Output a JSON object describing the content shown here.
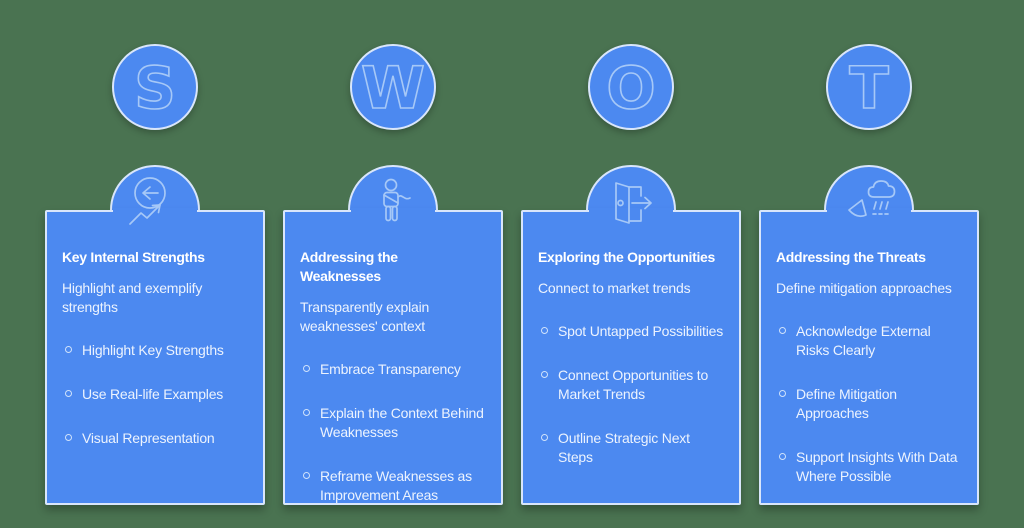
{
  "colors": {
    "background": "#4A7351",
    "panel_blue": "#4C89F0",
    "panel_border": "#D9E6FB",
    "outline_art": "#A6C8F7",
    "title_text": "#FFFFFF",
    "body_text": "#ECF3FE"
  },
  "columns": [
    {
      "letter": "S",
      "icon": "converge-arrow-growth-icon",
      "title": "Key Internal Strengths",
      "subtitle": "Highlight and exemplify strengths",
      "bullets": [
        "Highlight Key Strengths",
        "Use Real-life Examples",
        "Visual Representation"
      ]
    },
    {
      "letter": "W",
      "icon": "injured-person-icon",
      "title": "Addressing the Weaknesses",
      "subtitle": "Transparently explain weaknesses' context",
      "bullets": [
        "Embrace Transparency",
        "Explain the Context Behind Weaknesses",
        "Reframe Weaknesses as Improvement Areas"
      ]
    },
    {
      "letter": "O",
      "icon": "open-door-arrow-icon",
      "title": "Exploring the Opportunities",
      "subtitle": "Connect to market trends",
      "bullets": [
        "Spot Untapped Possibilities",
        "Connect Opportunities to Market Trends",
        "Outline Strategic Next Steps"
      ]
    },
    {
      "letter": "T",
      "icon": "storm-cloud-warning-icon",
      "title": "Addressing the Threats",
      "subtitle": "Define mitigation approaches",
      "bullets": [
        "Acknowledge External Risks Clearly",
        "Define Mitigation Approaches",
        "Support Insights With Data Where Possible"
      ]
    }
  ]
}
